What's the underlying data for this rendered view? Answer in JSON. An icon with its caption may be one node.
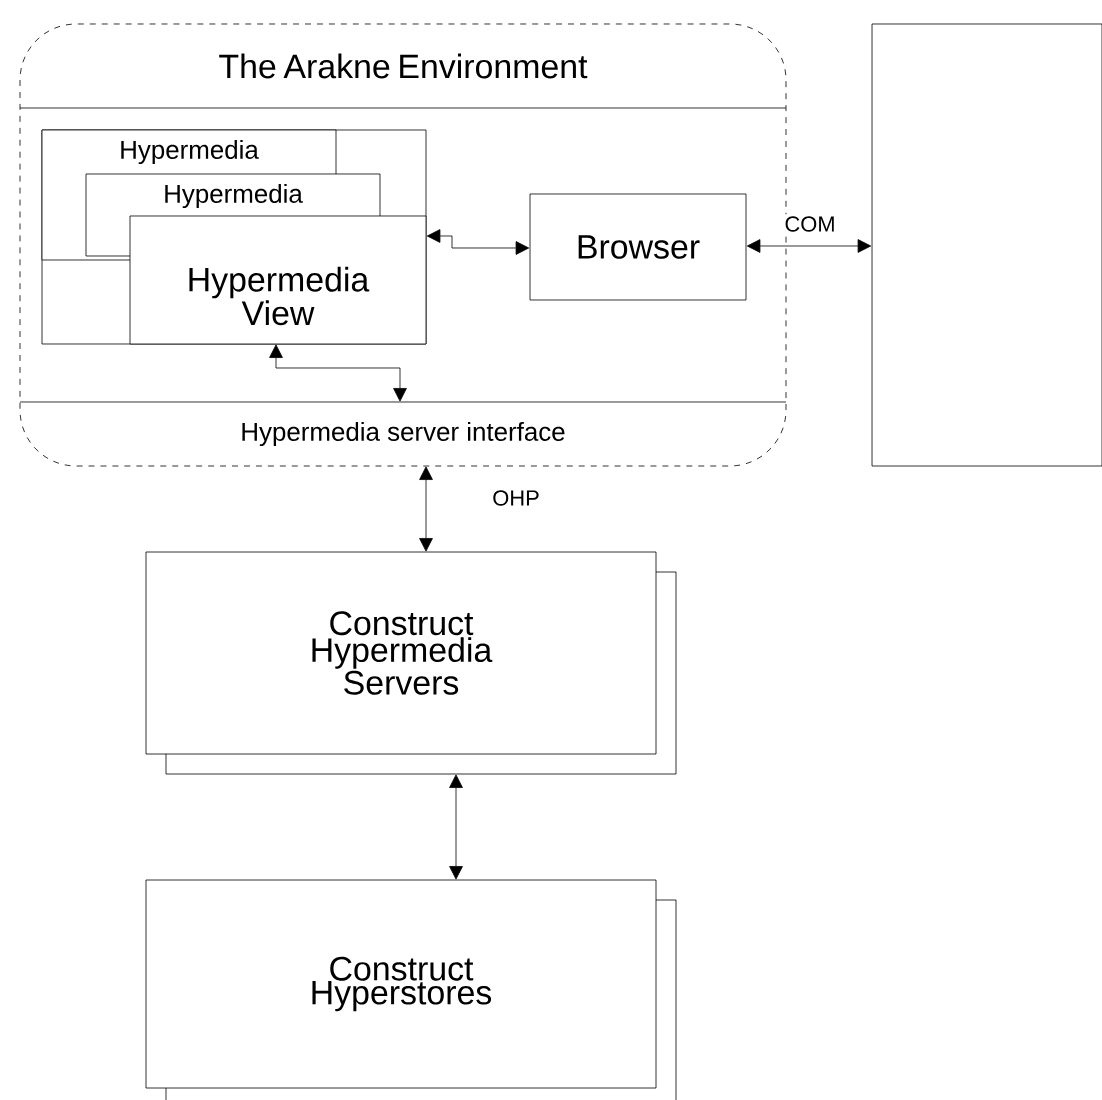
{
  "diagram": {
    "nodes": [
      {
        "text": [
          "The Arakne Environment"
        ]
      },
      {
        "text": [
          "Hypermedia server interface"
        ],
        "in": 0
      },
      {
        "text": [
          "Hypermedia"
        ],
        "in": 0
      },
      {
        "text": [
          "Hypermedia"
        ],
        "in": 0
      },
      {
        "text": [
          "Hypermedia View"
        ],
        "in": 0
      },
      {
        "text": [
          "Browser"
        ],
        "in": 0
      },
      {
        "text": [],
        "shape": "box"
      },
      {
        "text": [
          "Construct Hypermedia Servers"
        ]
      },
      {
        "text": [
          "Construct Hyperstores"
        ]
      }
    ],
    "edges": [
      {
        "from": 4,
        "to": 5,
        "arrow": "both"
      },
      {
        "from": 5,
        "to": 6,
        "arrow": "both",
        "label": "COM"
      },
      {
        "from": 4,
        "to": 1,
        "arrow": "both"
      },
      {
        "from": 1,
        "to": 7,
        "arrow": "both",
        "label": "OHP"
      },
      {
        "from": 7,
        "to": 8,
        "arrow": "both"
      }
    ]
  }
}
